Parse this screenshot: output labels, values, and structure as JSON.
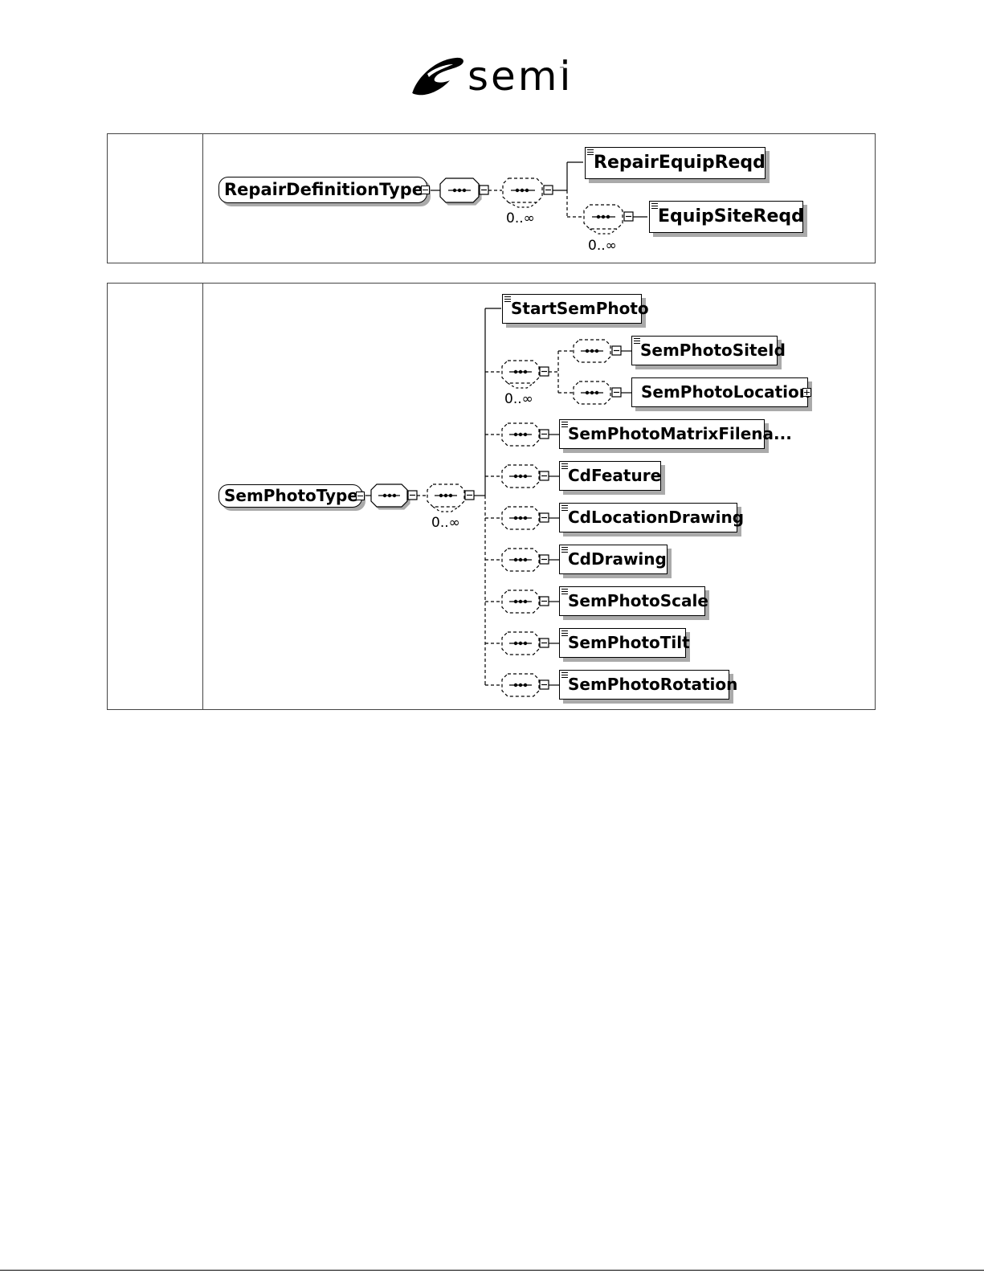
{
  "logo": {
    "word": "semi",
    "trademark": "™"
  },
  "diagram1": {
    "type_name": "RepairDefinitionType",
    "outer_occurrence": "0..∞",
    "inner_occurrence": "0..∞",
    "elements": [
      "RepairEquipReqd",
      "EquipSiteReqd"
    ]
  },
  "diagram2": {
    "type_name": "SemPhotoType",
    "choice_occurrence": "0..∞",
    "nested_occurrence": "0..∞",
    "elements": [
      "StartSemPhoto",
      "SemPhotoSiteId",
      "SemPhotoLocation",
      "SemPhotoMatrixFilena...",
      "CdFeature",
      "CdLocationDrawing",
      "CdDrawing",
      "SemPhotoScale",
      "SemPhotoTilt",
      "SemPhotoRotation"
    ]
  }
}
